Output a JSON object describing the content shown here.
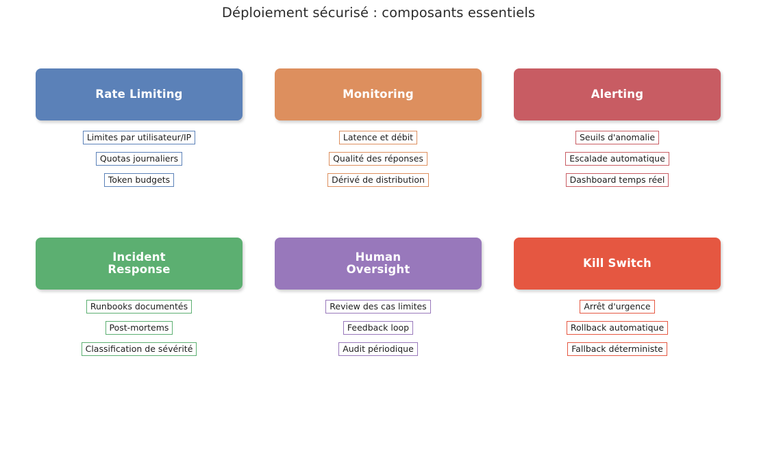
{
  "title": "Déploiement sécurisé : composants essentiels",
  "background": "#ffffff",
  "title_color": "#2b2b2b",
  "cards": [
    {
      "title": "Rate Limiting",
      "color": "#5b81b8",
      "items": [
        "Limites par utilisateur/IP",
        "Quotas journaliers",
        "Token budgets"
      ]
    },
    {
      "title": "Monitoring",
      "color": "#dd8f5e",
      "items": [
        "Latence et débit",
        "Qualité des réponses",
        "Dérivé de distribution"
      ]
    },
    {
      "title": "Alerting",
      "color": "#c85c63",
      "items": [
        "Seuils d'anomalie",
        "Escalade automatique",
        "Dashboard temps réel"
      ]
    },
    {
      "title": "Incident\nResponse",
      "color": "#5caf71",
      "items": [
        "Runbooks documentés",
        "Post-mortems",
        "Classification de sévérité"
      ]
    },
    {
      "title": "Human\nOversight",
      "color": "#9878bb",
      "items": [
        "Review des cas limites",
        "Feedback loop",
        "Audit périodique"
      ]
    },
    {
      "title": "Kill Switch",
      "color": "#e55741",
      "items": [
        "Arrêt d'urgence",
        "Rollback automatique",
        "Fallback déterministe"
      ]
    }
  ]
}
